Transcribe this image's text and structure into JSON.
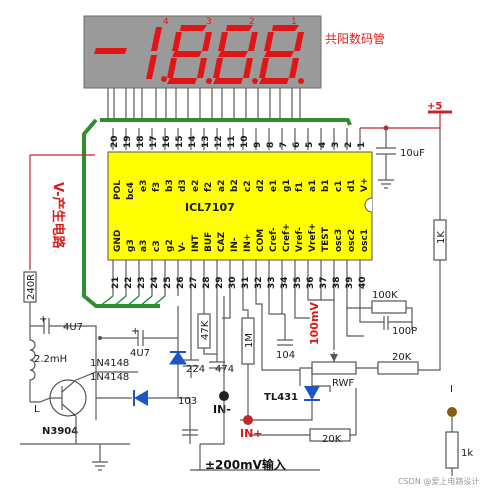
{
  "display": {
    "digits": [
      "-",
      "1.",
      "8.",
      "8.",
      "8."
    ],
    "digit_numbers": [
      "4",
      "3",
      "2",
      "1"
    ],
    "type_label": "共阳数码管"
  },
  "chip": {
    "name": "ICL7107",
    "top_pins": [
      "20",
      "19",
      "18",
      "17",
      "16",
      "15",
      "14",
      "13",
      "12",
      "11",
      "10",
      "9",
      "8",
      "7",
      "6",
      "5",
      "4",
      "3",
      "2",
      "1"
    ],
    "top_pin_labels": [
      "POL",
      "bc4",
      "e3",
      "f3",
      "b3",
      "d3",
      "e2",
      "f2",
      "a2",
      "b2",
      "c2",
      "d2",
      "e1",
      "g1",
      "f1",
      "a1",
      "b1",
      "c1",
      "d1",
      "V+"
    ],
    "bottom_pin_labels": [
      "GND",
      "g3",
      "a3",
      "c3",
      "g2",
      "V-",
      "INT",
      "BUF",
      "CAZ",
      "IN-",
      "IN+",
      "COM",
      "Cref-",
      "Cref+",
      "Vref-",
      "Vref+",
      "TEST",
      "osc3",
      "osc2",
      "osc1"
    ],
    "bottom_pins": [
      "21",
      "22",
      "23",
      "24",
      "25",
      "26",
      "27",
      "28",
      "29",
      "30",
      "31",
      "32",
      "33",
      "34",
      "35",
      "36",
      "37",
      "38",
      "39",
      "40"
    ]
  },
  "components": {
    "cap_10uF": "10uF",
    "supply": "+5",
    "r_1k_top": "1K",
    "r_240r": "240R",
    "section_label": "V-产生电路",
    "cap_4u7_a": "4U7",
    "cap_4u7_b": "4U7",
    "inductor": "2.2mH",
    "inductor_label": "L",
    "diode_a": "1N4148",
    "diode_b": "1N4148",
    "transistor": "N3904",
    "cap_224": "224",
    "cap_474": "474",
    "r_47k": "47K",
    "r_1m": "1M",
    "cap_104": "104",
    "cap_103": "103",
    "r_100mv": "100mV",
    "r_100k": "100K",
    "cap_100p": "100P",
    "r_20k_a": "20K",
    "r_20k_b": "20K",
    "pot": "RWF",
    "ref": "TL431",
    "in_minus": "IN-",
    "in_plus": "IN+",
    "input_caption": "±200mV输入",
    "i_label": "I",
    "r_1k_bottom": "1k"
  },
  "watermark": "CSDN @爱上电路设计"
}
